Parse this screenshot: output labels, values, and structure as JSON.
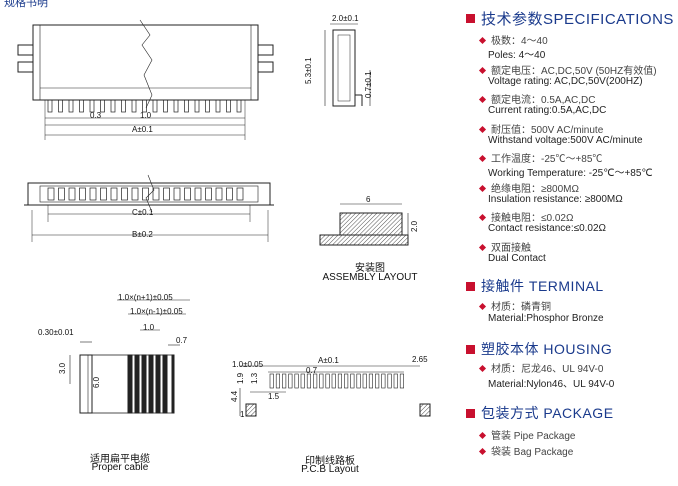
{
  "header_fragment": "规格书明",
  "drawings": {
    "top_view": {
      "dim_a": "A±0.1",
      "dim_03": "0.3",
      "dim_10": "1.0"
    },
    "side_view": {
      "dim_20": "2.0±0.1",
      "dim_53": "5.3±0.1",
      "dim_07": "0.7±0.1"
    },
    "front_view": {
      "dim_c": "C±0.1",
      "dim_b": "B±0.2"
    },
    "assembly": {
      "dim_6": "6",
      "dim_20": "2.0",
      "caption_cn": "安装图",
      "caption_en": "ASSEMBLY LAYOUT"
    },
    "cable": {
      "dim_n1": "1.0×(n+1)±0.05",
      "dim_nm1": "1.0×(n-1)±0.05",
      "dim_10": "1.0",
      "dim_07": "0.7",
      "dim_030": "0.30±0.01",
      "dim_30": "3.0",
      "dim_60": "6.0",
      "caption_cn": "适用扁平电缆",
      "caption_en": "Proper cable"
    },
    "pcb": {
      "dim_a": "A±0.1",
      "dim_10": "1.0±0.05",
      "dim_07": "0.7",
      "dim_265": "2.65",
      "dim_19": "1.9",
      "dim_13": "1.3",
      "dim_44": "4.4",
      "dim_15": "1.5",
      "dim_1": "1",
      "caption_cn": "印制线路板",
      "caption_en": "P.C.B Layout"
    }
  },
  "specs": {
    "title": "技术参数SPECIFICATIONS",
    "items": [
      {
        "cn": "极数：4～40",
        "en": "Poles: 4～40"
      },
      {
        "cn": "额定电压：AC,DC,50V (50HZ有效值)",
        "en": "Voltage rating: AC,DC,50V(200HZ)"
      },
      {
        "cn": "额定电流：0.5A,AC,DC",
        "en": "Current rating:0.5A,AC,DC"
      },
      {
        "cn": "耐压值：500V AC/minute",
        "en": "Withstand voltage:500V AC/minute"
      },
      {
        "cn": "工作温度：-25℃～+85℃",
        "en": "Working Temperature: -25℃～+85℃"
      },
      {
        "cn": "绝缘电阻：≥800MΩ",
        "en": "Insulation resistance: ≥800MΩ"
      },
      {
        "cn": "接触电阻：≤0.02Ω",
        "en": "Contact resistance:≤0.02Ω"
      },
      {
        "cn": "双面接触",
        "en": "Dual Contact"
      }
    ]
  },
  "terminal": {
    "title": "接触件 TERMINAL",
    "cn": "材质：磷青铜",
    "en": "Material:Phosphor Bronze"
  },
  "housing": {
    "title": "塑胶本体 HOUSING",
    "cn": "材质：尼龙46、UL 94V-0",
    "en": "Material:Nylon46、UL 94V-0"
  },
  "package": {
    "title": "包装方式 PACKAGE",
    "items": [
      "管装 Pipe Package",
      "袋装 Bag Package"
    ]
  },
  "colors": {
    "accent": "#c8102e",
    "title": "#1a3a8c"
  }
}
